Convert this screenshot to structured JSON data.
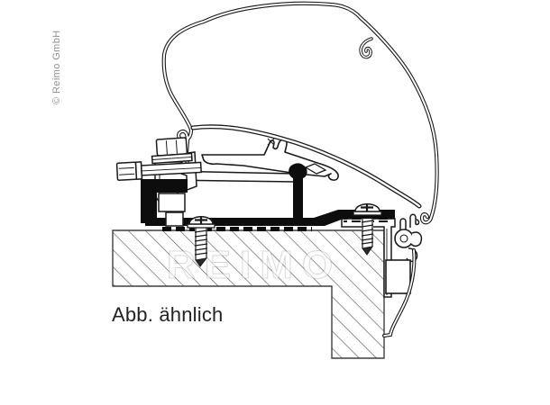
{
  "labels": {
    "copyright": "© Reimo GmbH",
    "caption": "Abb. ähnlich",
    "watermark": "REIMO"
  },
  "colors": {
    "line": "#1a1a1a",
    "solid_fill": "#0d0d0d",
    "hatch_line": "#606060",
    "copyright_text": "#8f8f8f",
    "caption_text": "#222222",
    "background": "#ffffff"
  }
}
